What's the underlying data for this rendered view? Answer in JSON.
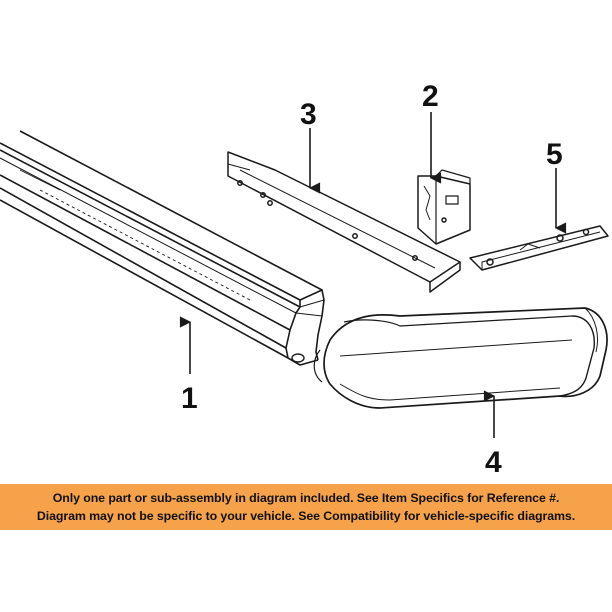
{
  "diagram": {
    "callouts": [
      {
        "id": "1",
        "label": "1"
      },
      {
        "id": "2",
        "label": "2"
      },
      {
        "id": "3",
        "label": "3"
      },
      {
        "id": "4",
        "label": "4"
      },
      {
        "id": "5",
        "label": "5"
      }
    ]
  },
  "disclaimer": {
    "line1": "Only one part or sub-assembly in diagram included. See Item Specifics for Reference #.",
    "line2": "Diagram may not be specific to your vehicle. See Compatibility for vehicle-specific diagrams."
  },
  "colors": {
    "banner": "#f6a24a",
    "line": "#1a1a1a"
  }
}
